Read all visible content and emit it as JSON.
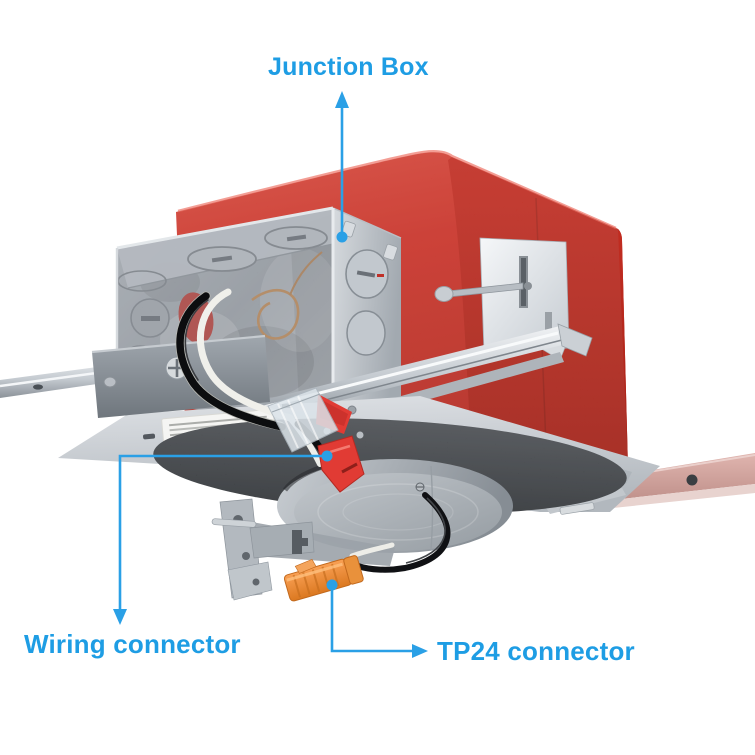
{
  "annotations": {
    "junction_box": {
      "label": "Junction Box"
    },
    "wiring_connector": {
      "label": "Wiring connector"
    },
    "tp24_connector": {
      "label": "TP24 connector"
    }
  },
  "colors": {
    "label_blue": "#1E9DE4",
    "leader_blue": "#2AA0E6",
    "housing_red": "#D6382B",
    "housing_red_dark": "#A82118",
    "galvanized_silver": "#C9CED3",
    "gasket_dark": "#3A3D41",
    "connector_orange": "#EE8C33",
    "clamp_red": "#E13B34",
    "background": "#FFFFFF"
  }
}
